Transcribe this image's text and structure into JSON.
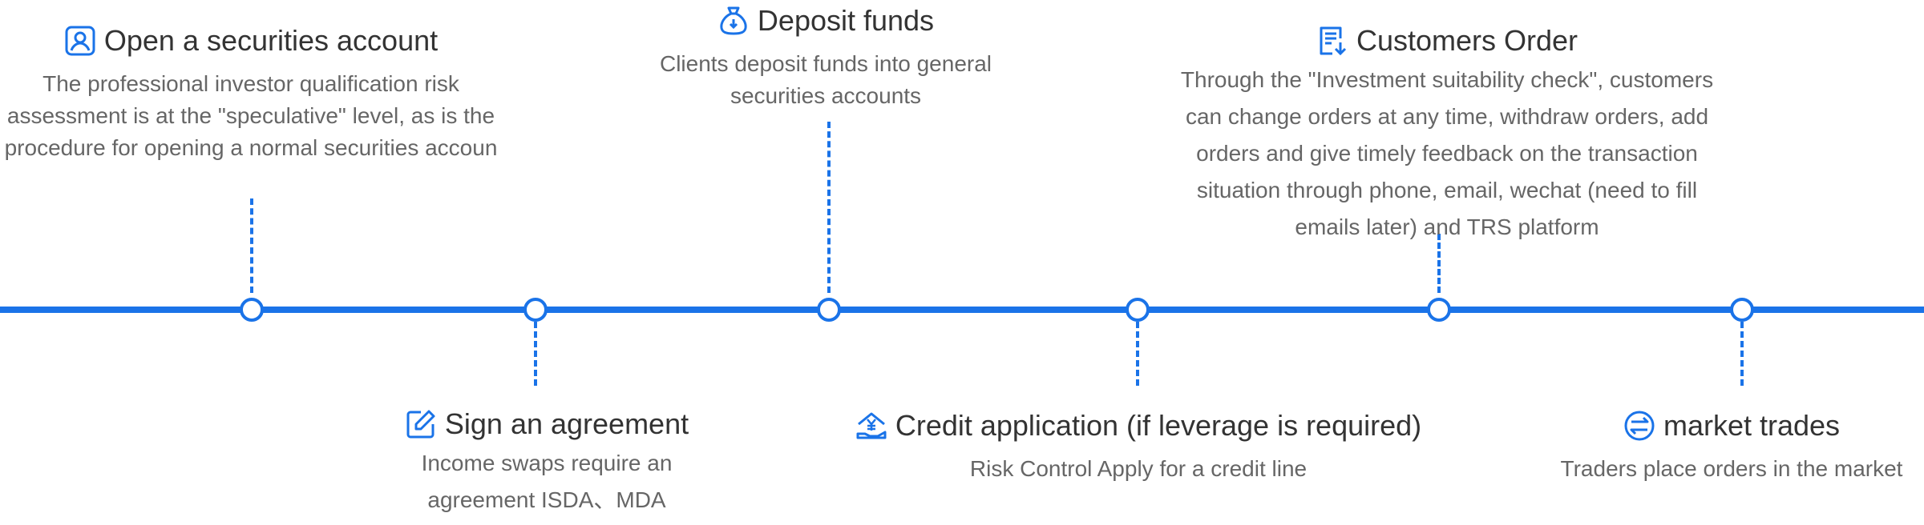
{
  "colors": {
    "accent": "#1a73e8",
    "title_text": "#333333",
    "body_text": "#666666"
  },
  "steps": [
    {
      "title": "Open a securities account",
      "icon": "user-card-icon",
      "description": "The professional investor qualification risk assessment is at the \"speculative\" level, as is the procedure for opening a normal securities accoun"
    },
    {
      "title": "Sign an agreement",
      "icon": "edit-icon",
      "description": "Income swaps require an agreement ISDA、MDA"
    },
    {
      "title": "Deposit funds",
      "icon": "money-bag-icon",
      "description": "Clients deposit funds into general securities accounts"
    },
    {
      "title": "Credit application (if leverage is required)",
      "icon": "yen-hand-icon",
      "description": "Risk Control Apply for a credit line"
    },
    {
      "title": "Customers Order",
      "icon": "document-download-icon",
      "description": "Through the \"Investment suitability check\", customers can change orders at any time, withdraw orders, add orders and give timely feedback on the transaction situation through phone, email, wechat (need to fill emails later) and TRS platform"
    },
    {
      "title": "market trades",
      "icon": "exchange-icon",
      "description": "Traders place orders in the market"
    }
  ]
}
